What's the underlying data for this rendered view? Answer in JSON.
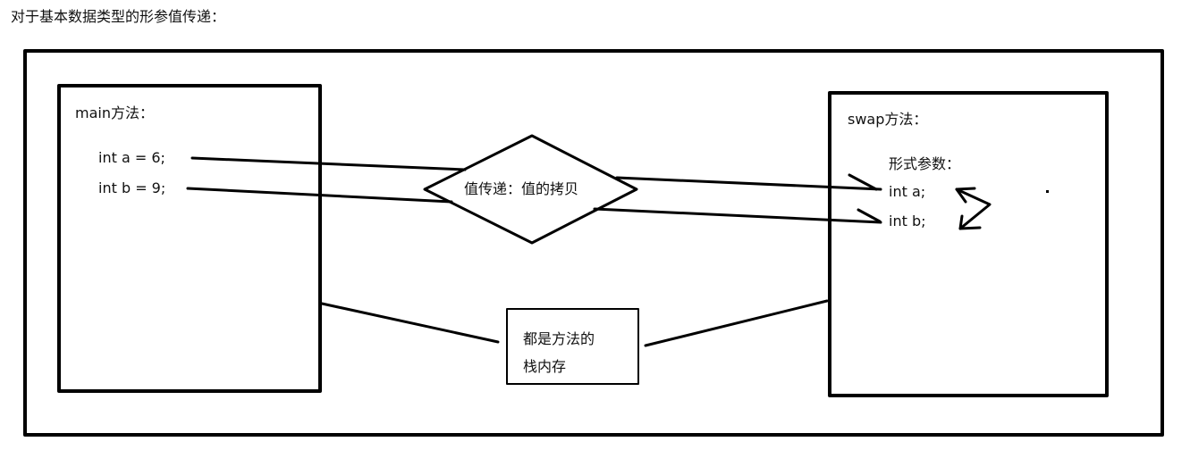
{
  "title": "对于基本数据类型的形参值传递：",
  "main_box": {
    "label": "main方法：",
    "lines": [
      "int a = 6;",
      "int b = 9;"
    ]
  },
  "swap_box": {
    "label": "swap方法：",
    "params_label": "形式参数：",
    "lines": [
      "int a;",
      "int b;"
    ]
  },
  "diamond": {
    "label": "值传递：值的拷贝"
  },
  "note_box": {
    "lines": [
      "都是方法的",
      "栈内存"
    ]
  }
}
